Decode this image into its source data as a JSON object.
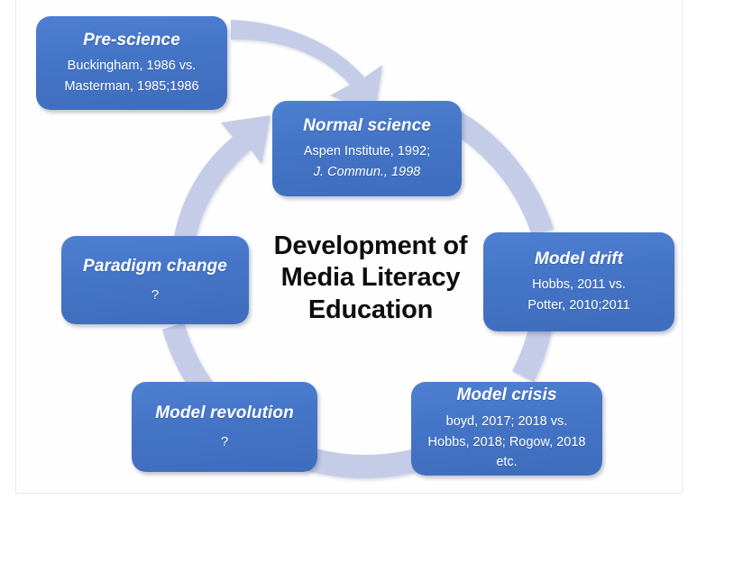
{
  "diagram": {
    "center_title_lines": [
      "Development of",
      "Media Literacy",
      "Education"
    ],
    "accent_color": "#4472C4",
    "ring_color": "#c5cce8",
    "title_color": "#0d0d0d",
    "nodes": [
      {
        "key": "pre-science",
        "title": "Pre-science",
        "lines": [
          "Buckingham, 1986 vs.",
          "Masterman, 1985;1986"
        ],
        "italic_lines": [
          false,
          false
        ]
      },
      {
        "key": "normal-science",
        "title": "Normal science",
        "lines": [
          "Aspen Institute, 1992;",
          "J. Commun., 1998"
        ],
        "italic_lines": [
          false,
          true
        ]
      },
      {
        "key": "model-drift",
        "title": "Model drift",
        "lines": [
          "Hobbs, 2011 vs.",
          "Potter, 2010;2011"
        ],
        "italic_lines": [
          false,
          false
        ]
      },
      {
        "key": "model-crisis",
        "title": "Model crisis",
        "lines": [
          "boyd, 2017; 2018 vs.",
          "Hobbs, 2018; Rogow, 2018 etc."
        ],
        "italic_lines": [
          false,
          false
        ]
      },
      {
        "key": "model-revolution",
        "title": "Model revolution",
        "lines": [
          "?"
        ],
        "italic_lines": [
          false
        ]
      },
      {
        "key": "paradigm-change",
        "title": "Paradigm change",
        "lines": [
          "?"
        ],
        "italic_lines": [
          false
        ]
      }
    ]
  }
}
